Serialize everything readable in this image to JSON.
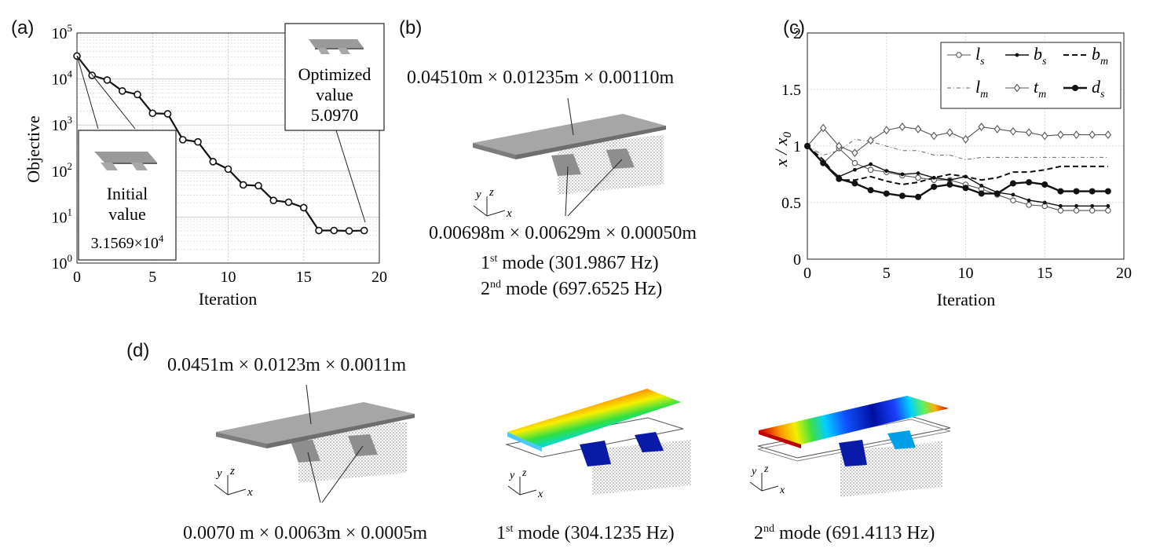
{
  "panels": {
    "a": "(a)",
    "b": "(b)",
    "c": "(c)",
    "d": "(d)"
  },
  "chart_data": [
    {
      "type": "line",
      "panel": "(a)",
      "xlabel": "Iteration",
      "ylabel": "Objective",
      "xlim": [
        0,
        20
      ],
      "ylim": [
        1,
        100000
      ],
      "yscale": "log",
      "grid": true,
      "x_ticks": [
        "0",
        "5",
        "10",
        "15",
        "20"
      ],
      "y_ticks": [
        {
          "base": "10",
          "exp": "0"
        },
        {
          "base": "10",
          "exp": "1"
        },
        {
          "base": "10",
          "exp": "2"
        },
        {
          "base": "10",
          "exp": "3"
        },
        {
          "base": "10",
          "exp": "4"
        },
        {
          "base": "10",
          "exp": "5"
        }
      ],
      "x": [
        0,
        1,
        2,
        3,
        4,
        5,
        6,
        7,
        8,
        9,
        10,
        11,
        12,
        13,
        14,
        15,
        16,
        17,
        18,
        19
      ],
      "values": [
        31569,
        12000,
        9500,
        5500,
        4600,
        1800,
        1750,
        480,
        430,
        160,
        110,
        50,
        48,
        23,
        21,
        16,
        5.1,
        5.1,
        5.0,
        5.097
      ],
      "annotations": [
        {
          "lines": [
            "Initial",
            "value"
          ],
          "value_base": "3.1569×10",
          "value_exp": "4"
        },
        {
          "lines": [
            "Optimized",
            "value",
            "5.0970"
          ]
        }
      ]
    },
    {
      "type": "line",
      "panel": "(c)",
      "xlabel": "Iteration",
      "ylabel": "x / x",
      "ylabel_sub": "0",
      "xlim": [
        0,
        20
      ],
      "ylim": [
        0,
        2
      ],
      "grid": true,
      "x_ticks": [
        "0",
        "5",
        "10",
        "15",
        "20"
      ],
      "y_ticks": [
        "0",
        "0.5",
        "1",
        "1.5",
        "2"
      ],
      "x": [
        0,
        1,
        2,
        3,
        4,
        5,
        6,
        7,
        8,
        9,
        10,
        11,
        12,
        13,
        14,
        15,
        16,
        17,
        18,
        19
      ],
      "legend_position": "top-right",
      "series": [
        {
          "name": "l",
          "sub": "s",
          "style": "open-circle",
          "values": [
            1.0,
            0.85,
            0.98,
            0.85,
            0.79,
            0.77,
            0.74,
            0.72,
            0.7,
            0.7,
            0.66,
            0.62,
            0.57,
            0.52,
            0.48,
            0.47,
            0.43,
            0.43,
            0.43,
            0.43
          ]
        },
        {
          "name": "b",
          "sub": "s",
          "style": "small-dot",
          "values": [
            1.0,
            0.85,
            0.73,
            0.79,
            0.84,
            0.78,
            0.75,
            0.76,
            0.72,
            0.7,
            0.73,
            0.65,
            0.59,
            0.57,
            0.52,
            0.5,
            0.47,
            0.47,
            0.47,
            0.47
          ]
        },
        {
          "name": "b",
          "sub": "m",
          "style": "dashed",
          "values": [
            1.0,
            0.88,
            0.7,
            0.7,
            0.73,
            0.69,
            0.66,
            0.68,
            0.72,
            0.75,
            0.73,
            0.7,
            0.72,
            0.77,
            0.77,
            0.79,
            0.82,
            0.82,
            0.82,
            0.82
          ]
        },
        {
          "name": "l",
          "sub": "m",
          "style": "dash-dot",
          "values": [
            1.0,
            0.92,
            0.96,
            1.06,
            1.04,
            1.0,
            0.96,
            0.96,
            0.92,
            0.92,
            0.88,
            0.9,
            0.9,
            0.9,
            0.9,
            0.9,
            0.9,
            0.9,
            0.9,
            0.9
          ]
        },
        {
          "name": "t",
          "sub": "m",
          "style": "diamond",
          "values": [
            1.0,
            1.16,
            1.0,
            0.94,
            1.05,
            1.14,
            1.17,
            1.15,
            1.09,
            1.12,
            1.06,
            1.17,
            1.15,
            1.13,
            1.12,
            1.09,
            1.1,
            1.1,
            1.1,
            1.1
          ]
        },
        {
          "name": "d",
          "sub": "s",
          "style": "filled-dot",
          "values": [
            1.0,
            0.85,
            0.71,
            0.67,
            0.61,
            0.58,
            0.56,
            0.55,
            0.64,
            0.66,
            0.63,
            0.58,
            0.58,
            0.67,
            0.68,
            0.66,
            0.6,
            0.6,
            0.6,
            0.6
          ]
        }
      ]
    }
  ],
  "panel_b": {
    "dims_top": "0.04510m × 0.01235m × 0.00110m",
    "dims_bottom": "0.00698m × 0.00629m × 0.00050m",
    "mode1": {
      "ord": "1",
      "sup": "st",
      "text": " mode (301.9867 Hz)"
    },
    "mode2": {
      "ord": "2",
      "sup": "nd",
      "text": " mode (697.6525 Hz)"
    }
  },
  "panel_d": {
    "dims_top": "0.0451m × 0.0123m × 0.0011m",
    "dims_bottom": "0.0070 m × 0.0063m × 0.0005m",
    "mode1": {
      "ord": "1",
      "sup": "st",
      "text": " mode (304.1235 Hz)"
    },
    "mode2": {
      "ord": "2",
      "sup": "nd",
      "text": " mode (691.4113 Hz)"
    }
  },
  "axes_triad": {
    "x": "x",
    "y": "y",
    "z": "z"
  }
}
